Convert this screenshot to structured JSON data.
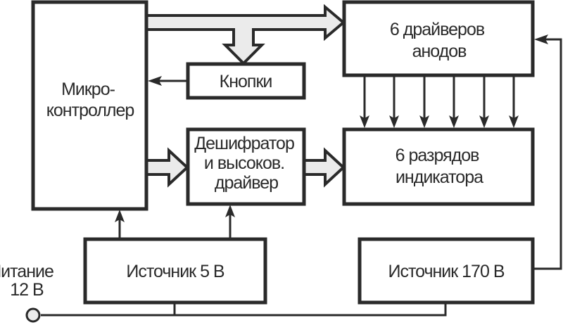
{
  "blocks": {
    "mcu": [
      "Микро-",
      "контроллер"
    ],
    "buttons": [
      "Кнопки"
    ],
    "decoder": [
      "Дешифратор",
      "и высоков.",
      "драйвер"
    ],
    "anode_drivers": [
      "6 драйверов",
      "анодов"
    ],
    "indicator": [
      "6 разрядов",
      "индикатора"
    ],
    "psu5": [
      "Источник 5 В"
    ],
    "psu170": [
      "Источник 170 В"
    ]
  },
  "power_input": [
    "Питание",
    "12 В"
  ],
  "colors": {
    "line": "#2a2a2a",
    "bus_fill": "#ebebeb"
  }
}
